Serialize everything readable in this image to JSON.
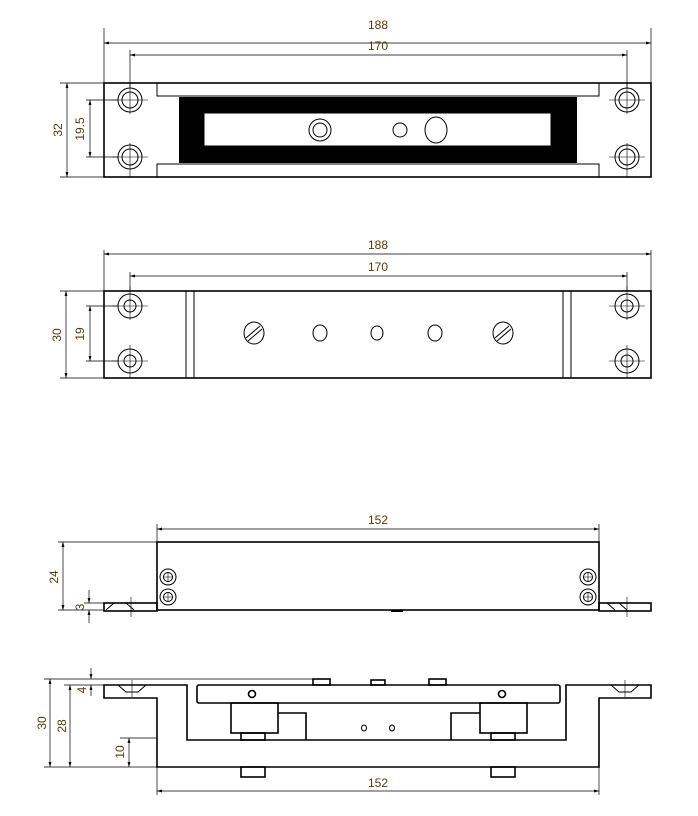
{
  "title": "Electromagnetic lock dimension drawing",
  "colors": {
    "line": "#000000",
    "dimension_text": "#5a3a00"
  },
  "views": {
    "top": {
      "width_overall": "188",
      "hole_spacing": "170",
      "height": "32",
      "hole_vertical_spacing": "19.5"
    },
    "front": {
      "width_overall": "188",
      "hole_spacing": "170",
      "height": "30",
      "hole_vertical_spacing": "19"
    },
    "side": {
      "body_length": "152",
      "body_height": "24",
      "flange_thickness": "3"
    },
    "section": {
      "total_height": "30",
      "height_28": "28",
      "flange_offset": "4",
      "base_thickness": "10",
      "body_length": "152"
    }
  }
}
